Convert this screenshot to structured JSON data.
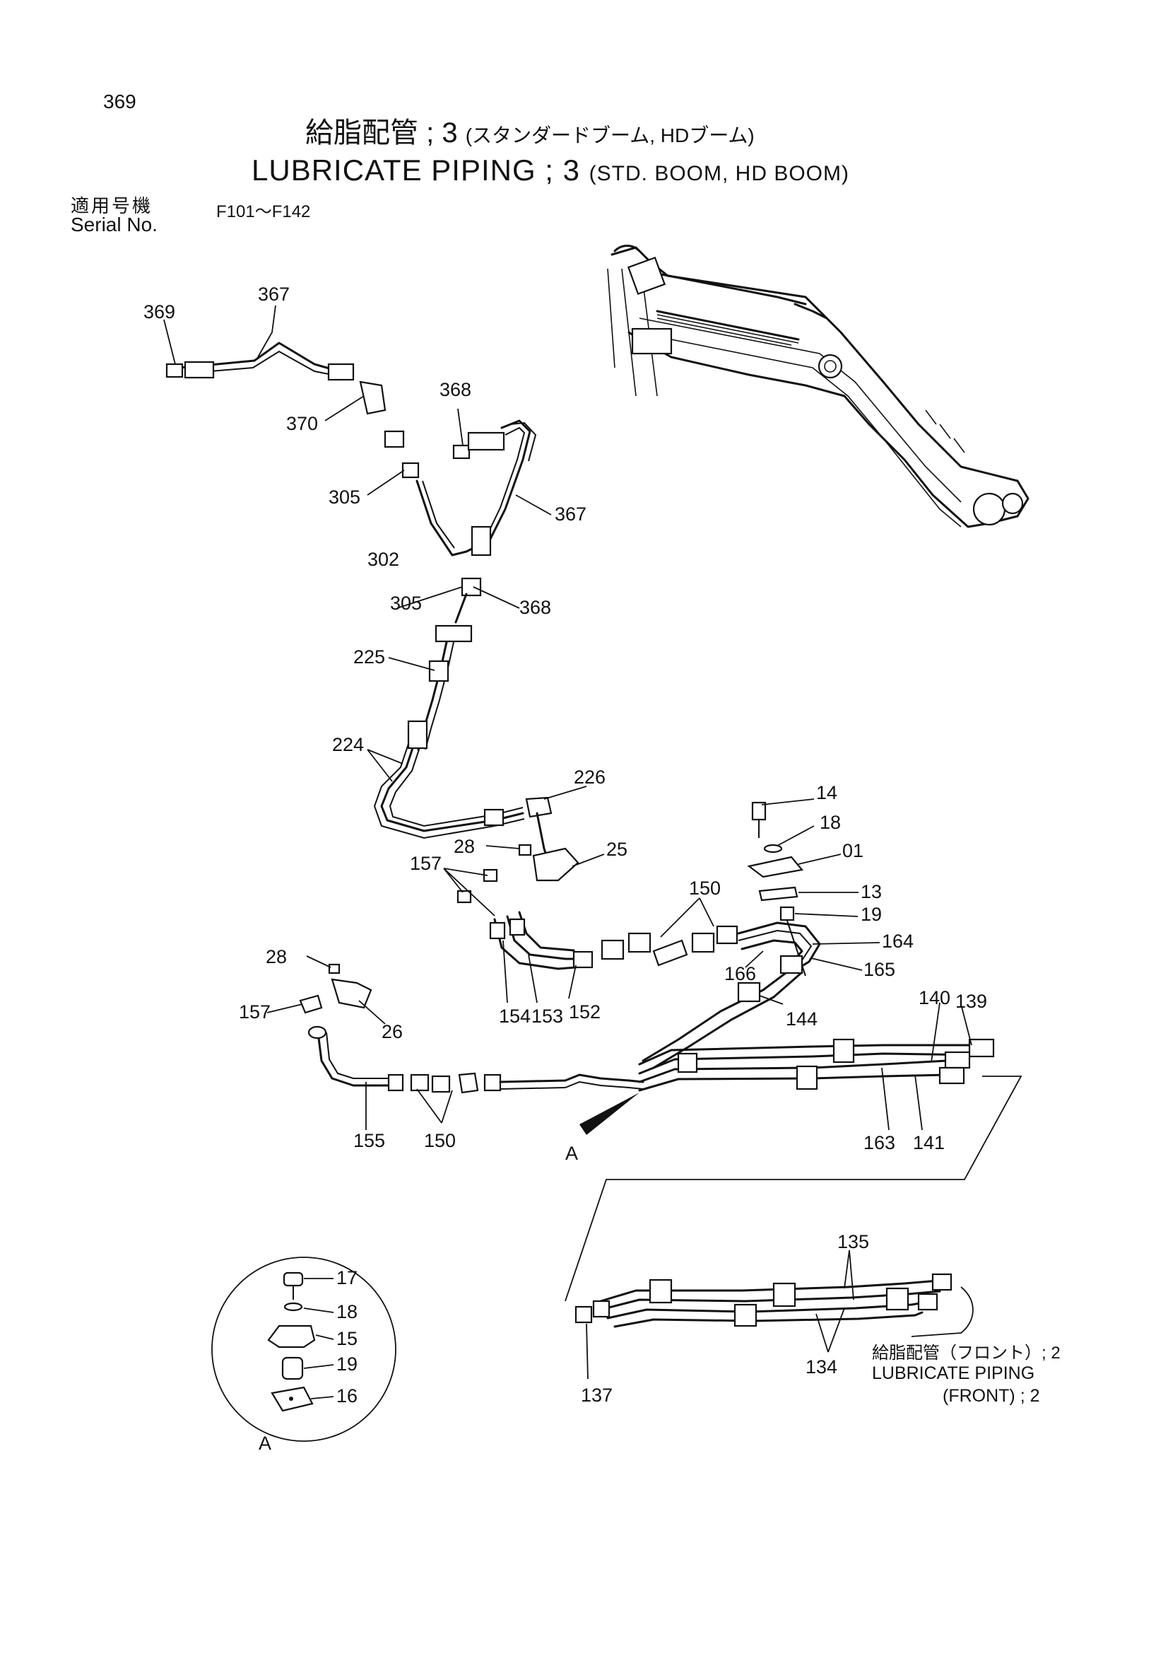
{
  "page": {
    "number": "369",
    "title_jp": "給脂配管 ; 3",
    "title_jp_sub": "(スタンダードブーム, HDブーム)",
    "title_en": "LUBRICATE PIPING ; 3",
    "title_en_sub": "(STD. BOOM, HD BOOM)",
    "serial_label_jp": "適用号機",
    "serial_label_en": "Serial No.",
    "serial_range": "F101～F142"
  },
  "reference": {
    "front_jp": "給脂配管（フロント）; 2",
    "front_en_line1": "LUBRICATE PIPING",
    "front_en_line2": "(FRONT) ; 2"
  },
  "callouts": {
    "c369": "369",
    "c367a": "367",
    "c370": "370",
    "c368a": "368",
    "c305a": "305",
    "c367b": "367",
    "c302": "302",
    "c305b": "305",
    "c368b": "368",
    "c225": "225",
    "c224": "224",
    "c226": "226",
    "c28a": "28",
    "c25": "25",
    "c157a": "157",
    "c14": "14",
    "c18a": "18",
    "c01": "01",
    "c13": "13",
    "c19a": "19",
    "c150a": "150",
    "c164": "164",
    "c165": "165",
    "c166": "166",
    "c144": "144",
    "c154": "154",
    "c153": "153",
    "c152": "152",
    "c28b": "28",
    "c157b": "157",
    "c26": "26",
    "c140": "140",
    "c139": "139",
    "c155": "155",
    "c150b": "150",
    "c163": "163",
    "c141": "141",
    "cA1": "A",
    "c135": "135",
    "c134": "134",
    "c137": "137",
    "c17": "17",
    "c18b": "18",
    "c15": "15",
    "c19b": "19",
    "c16": "16",
    "cA2": "A"
  }
}
